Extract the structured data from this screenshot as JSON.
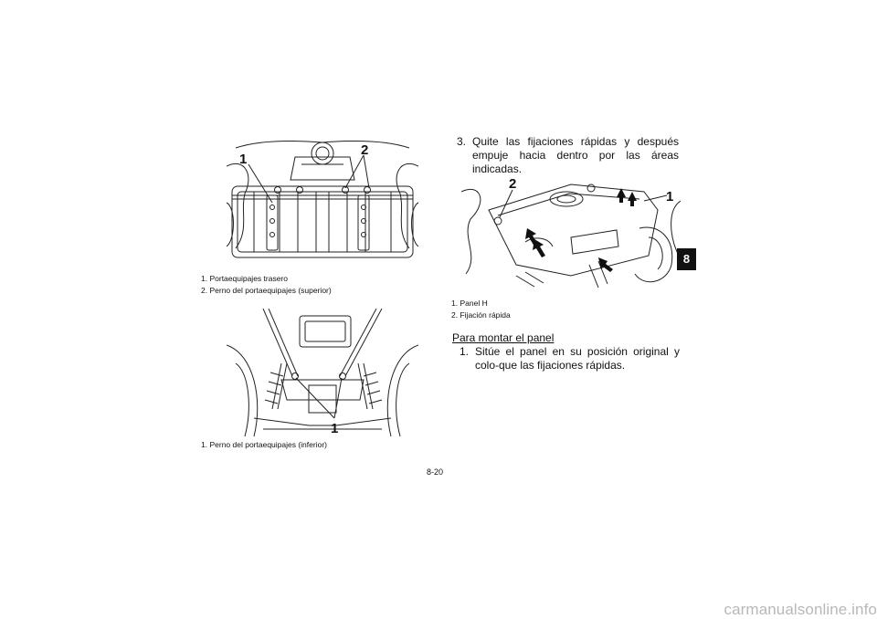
{
  "left_column": {
    "figure1": {
      "callouts": [
        "1",
        "2"
      ],
      "captions": [
        {
          "num": "1.",
          "text": "Portaequipajes trasero"
        },
        {
          "num": "2.",
          "text": "Perno del portaequipajes (superior)"
        }
      ]
    },
    "figure2": {
      "callouts": [
        "1"
      ],
      "captions": [
        {
          "num": "1.",
          "text": "Perno del portaequipajes (inferior)"
        }
      ]
    }
  },
  "right_column": {
    "step3": {
      "num": "3.",
      "text": "Quite las fijaciones rápidas y después empuje hacia dentro por las áreas indicadas."
    },
    "figure3": {
      "callouts": [
        "2",
        "1"
      ],
      "captions": [
        {
          "num": "1.",
          "text": "Panel H"
        },
        {
          "num": "2.",
          "text": "Fijación rápida"
        }
      ]
    },
    "section_heading": "Para montar el panel",
    "step1": {
      "num": "1.",
      "text": "Sitúe el panel en su posición original y colo-que las fijaciones rápidas."
    }
  },
  "chapter_tab": "8",
  "page_number": "8-20",
  "footer": "carmanualsonline.info"
}
